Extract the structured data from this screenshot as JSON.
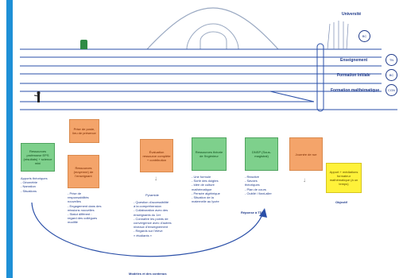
{
  "top_right": {
    "title": "Université",
    "circle": "BC"
  },
  "tracks": [
    {
      "label": "Enseignement",
      "circle": "TN"
    },
    {
      "label": "Formation initiale",
      "circle": "BC"
    },
    {
      "label": "Formation maîthématique",
      "circle": "CGN"
    }
  ],
  "boxes": {
    "green1": "Ressources professeur EPS (résultats) + science mini",
    "orange_top": "Prise de poste, lieu de présence",
    "orange_mid": "Ressources (moyenne) de l'enseignant",
    "orange_center": "Évaluation ressource complète + contribution",
    "green2": "Ressources théorie de l'ingénieur",
    "green3": "DNSP (Sous-magistral)",
    "orange_right": "Journée de rue",
    "yellow": "Apport + médiations formateur mathématique (à un temps)"
  },
  "texts": {
    "col1": "Apports théoriques\n- Géométrie\n- Narration\n- Situations",
    "col2": "- Prise de\n  responsabilités\n  nouvelles\n- Engagement dans des\n  missions nouvelles\n- Statut différent :\n  regard des collègues\n  modifié",
    "pyramide": "Pyramide",
    "col3": "- Question d'accessibilité\n  à la compréhension\n- Collaboration avec des\n  enseignants du 1er\n- Connaître les points de\n  convergence avec d'autres\n  niveaux d'enseignement\n- Regards sur l'élève\n  « étudiants »",
    "col4": "- Une formule\n- Sortir des doigtes\n- Idée de culture\n  mathématique\n- Pensée algébrique\n- Situation de la\n  maternelle au lycée",
    "col5": "- Réactivé\n- Savoirs\n  théoriques\n- Plan de cours\n- Oublié / fiant-aller",
    "reponse": "Réponse à TD",
    "objectif": "Objectif",
    "bottom": "Modèles et des contenus"
  }
}
